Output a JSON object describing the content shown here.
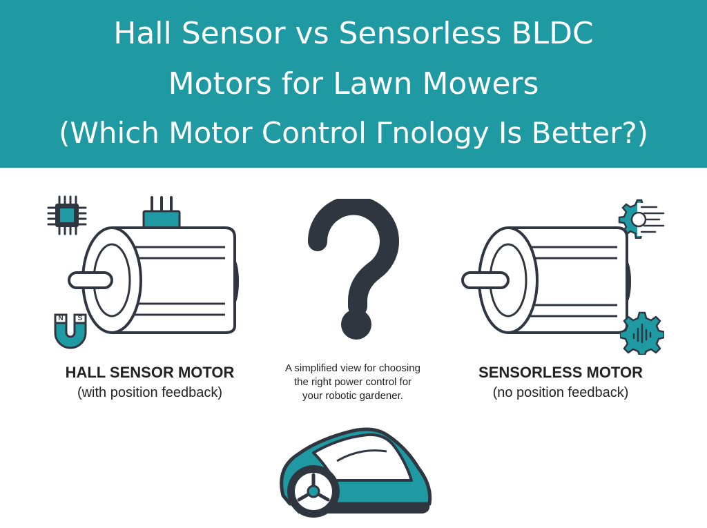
{
  "header": {
    "title_line1": "Hall Sensor vs Sensorless BLDC",
    "title_line2": "Motors for Lawn Mowers",
    "title_line3": "(Which Motor Control Γnology Is Better?)"
  },
  "left_motor": {
    "title": "HALL SENSOR MOTOR",
    "subtitle": "(with position feedback)",
    "magnet_north": "N",
    "magnet_south": "S",
    "icons": [
      "chip-icon",
      "magnet-icon"
    ]
  },
  "center": {
    "symbol": "?",
    "caption_line1": "A simplified view for choosing",
    "caption_line2": "the right power control for",
    "caption_line3": "your robotic gardener.",
    "icons": [
      "question-mark-icon",
      "robotic-mower-icon"
    ]
  },
  "right_motor": {
    "title": "SENSORLESS MOTOR",
    "subtitle": "(no position feedback)",
    "icons": [
      "gear-signal-icon",
      "gear-waveform-icon"
    ]
  },
  "colors": {
    "banner": "#1f9aa3",
    "accent": "#1f9aa3",
    "outline": "#2f3640",
    "text": "#222222",
    "background": "#ffffff"
  }
}
